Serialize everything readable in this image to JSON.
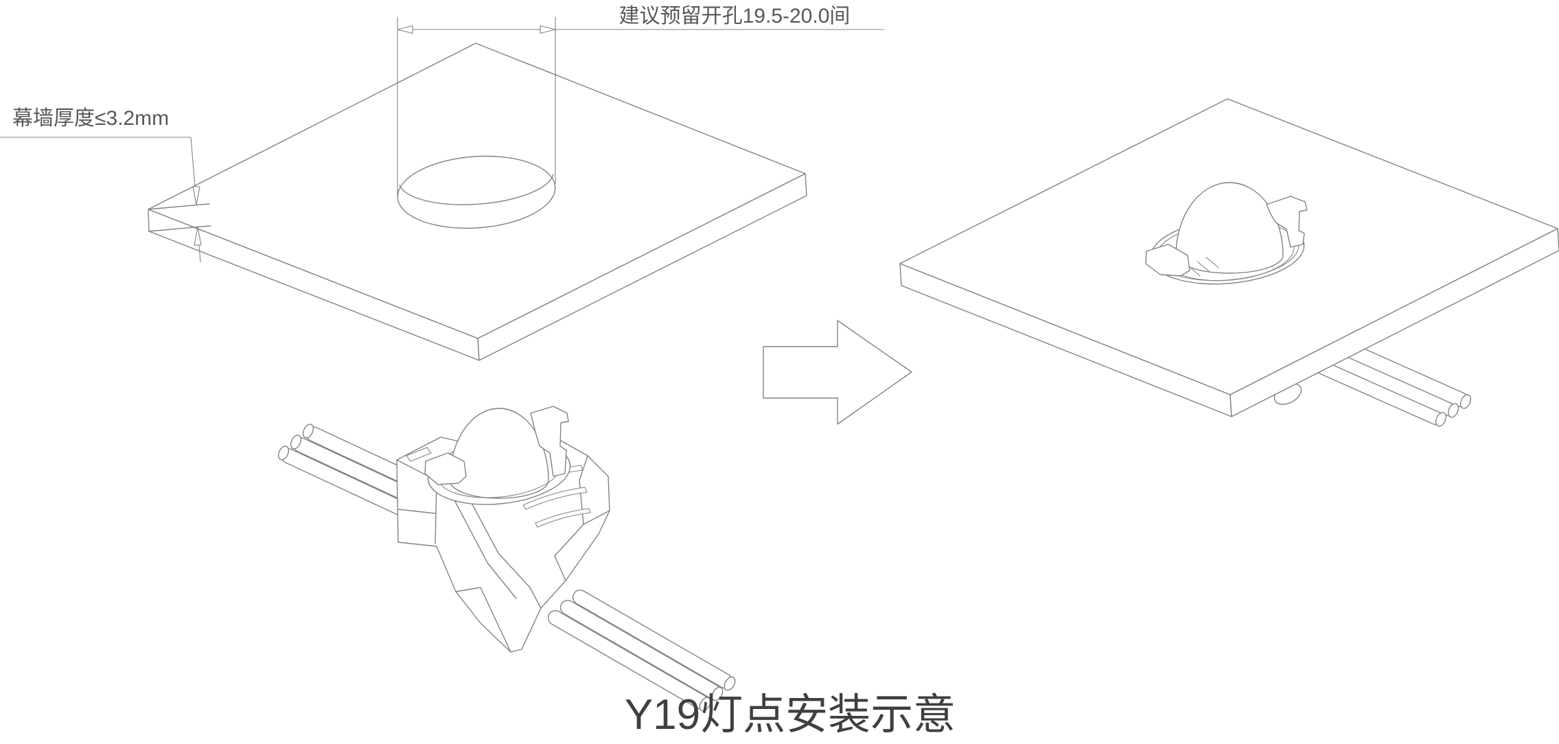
{
  "colors": {
    "line": "#828282",
    "annotation_text": "#595757",
    "title_text": "#3f3f3f",
    "background": "#ffffff"
  },
  "annotations": {
    "hole_dimension": "建议预留开孔19.5-20.0间",
    "wall_thickness": "幕墙厚度≤3.2mm"
  },
  "title": {
    "text": "Y19灯点安装示意"
  }
}
